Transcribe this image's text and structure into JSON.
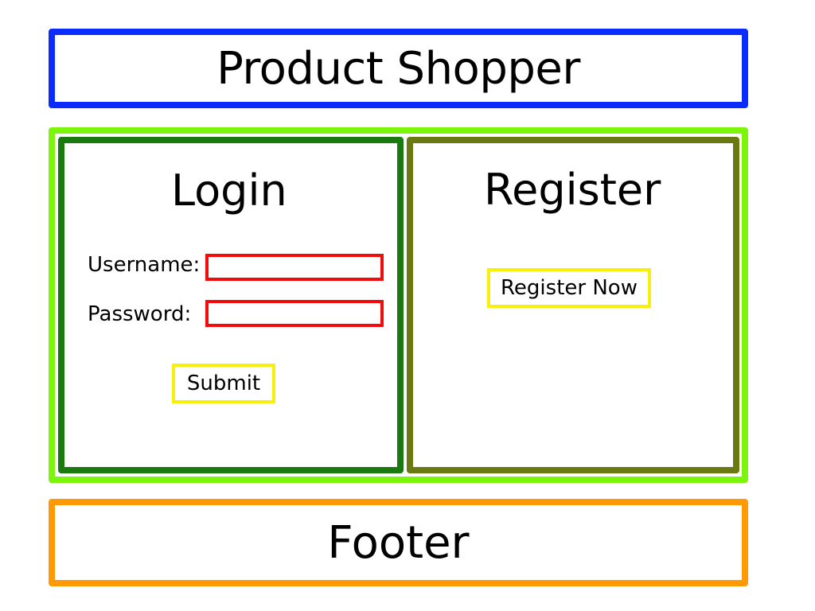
{
  "header": {
    "title": "Product Shopper"
  },
  "login": {
    "title": "Login",
    "username_label": "Username:",
    "username_value": "",
    "password_label": "Password:",
    "password_value": "",
    "submit_label": "Submit"
  },
  "register": {
    "title": "Register",
    "button_label": "Register Now"
  },
  "footer": {
    "text": "Footer"
  },
  "colors": {
    "header_border": "#0a2cff",
    "main_border": "#7cf50a",
    "login_border": "#1a7a10",
    "register_border": "#6b7a10",
    "input_border": "#f50a0a",
    "button_border": "#f7f00a",
    "footer_border": "#ff9a05"
  }
}
